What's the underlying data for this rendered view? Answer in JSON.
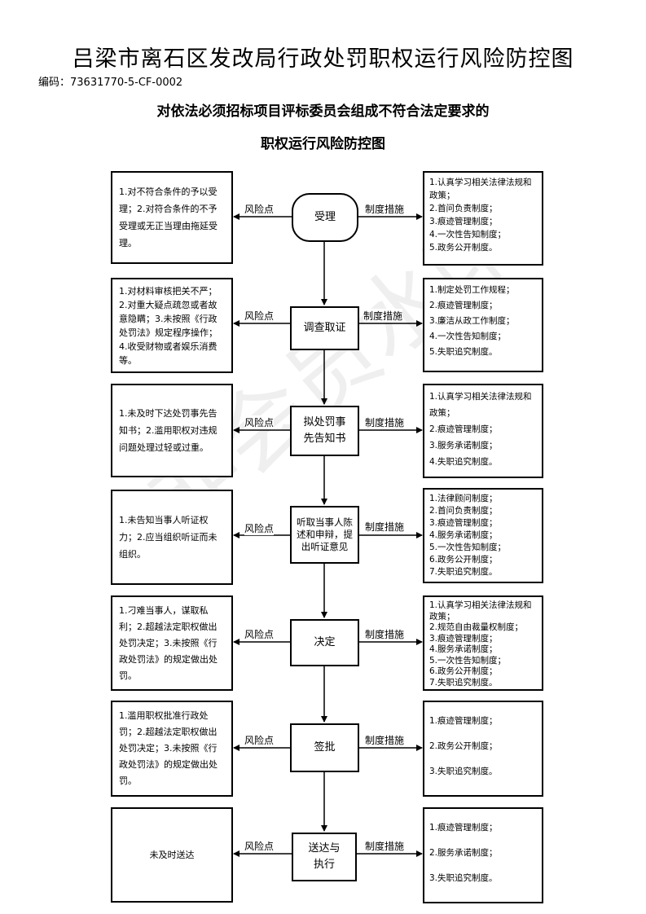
{
  "title": "吕梁市离石区发改局行政处罚职权运行风险防控图",
  "code": "编码：73631770-5-CF-0002",
  "subtitle_line1": "对依法必须招标项目评标委员会组成不符合法定要求的",
  "subtitle_line2": "职权运行风险防控图",
  "watermark": "非会员水印",
  "risk_label": "风险点",
  "measure_label": "制度措施",
  "steps": [
    {
      "process": "受理",
      "risk": "1.对不符合条件的予以受理；2.对符合条件的不予受理或无正当理由拖延受理。",
      "measures": [
        "1.认真学习相关法律法规和政策；",
        "2.首问负责制度；",
        "3.痕迹管理制度；",
        "4.一次性告知制度；",
        "5.政务公开制度。"
      ]
    },
    {
      "process": "调查取证",
      "risk": "1.对材料审核把关不严；2.对重大疑点疏忽或者故意隐瞒；3.未按照《行政处罚法》规定程序操作；4.收受财物或者娱乐消费等。",
      "measures": [
        "1.制定处罚工作规程；",
        "2.痕迹管理制度；",
        "3.廉洁从政工作制度；",
        "4.一次性告知制度；",
        "5.失职追究制度。"
      ]
    },
    {
      "process": "拟处罚事先告知书",
      "risk": "1.未及时下达处罚事先告知书；2.滥用职权对违规问题处理过轻或过重。",
      "measures": [
        "1.认真学习相关法律法规和政策；",
        "2.痕迹管理制度；",
        "3.服务承诺制度；",
        "4.失职追究制度。"
      ]
    },
    {
      "process": "听取当事人陈述和申辩，提出听证意见",
      "risk": "1.未告知当事人听证权力；2.应当组织听证而未组织。",
      "measures": [
        "1.法律顾问制度；",
        "2.首问负责制度；",
        "3.痕迹管理制度；",
        "4.服务承诺制度；",
        "5.一次性告知制度；",
        "6.政务公开制度；",
        "7.失职追究制度。"
      ]
    },
    {
      "process": "决定",
      "risk": "1.刁难当事人，谋取私利；2.超越法定职权做出处罚决定；3.未按照《行政处罚法》的规定做出处罚。",
      "measures": [
        "1.认真学习相关法律法规和政策；",
        "2.规范自由裁量权制度；",
        "3.痕迹管理制度；",
        "4.服务承诺制度；",
        "5.一次性告知制度；",
        "6.政务公开制度；",
        "7.失职追究制度。"
      ]
    },
    {
      "process": "签批",
      "risk": "1.滥用职权批准行政处罚；2.超越法定职权做出处罚决定；3.未按照《行政处罚法》的规定做出处罚。",
      "measures": [
        "1.痕迹管理制度；",
        "2.政务公开制度；",
        "3.失职追究制度。"
      ]
    },
    {
      "process": "送达与执行",
      "risk": "未及时送达",
      "measures": [
        "1.痕迹管理制度；",
        "2.服务承诺制度；",
        "3.失职追究制度。"
      ]
    }
  ]
}
